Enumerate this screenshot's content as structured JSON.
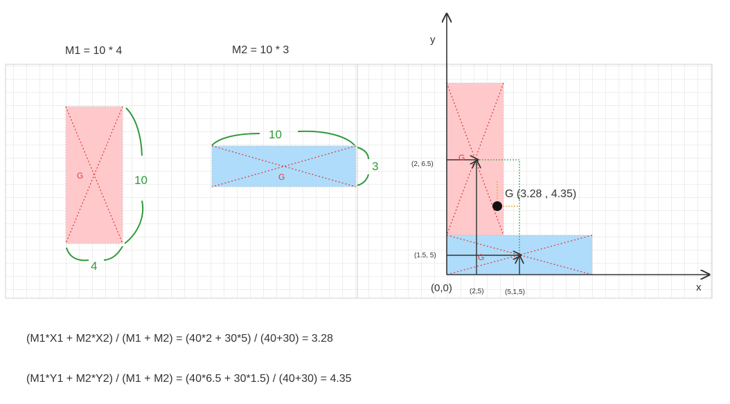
{
  "titles": {
    "m1": "M1 = 10 * 4",
    "m2": "M2 = 10 * 3"
  },
  "shape1": {
    "centroid_label": "G",
    "height_label": "10",
    "width_label": "4"
  },
  "shape2": {
    "centroid_label": "G",
    "width_label": "10",
    "height_label": "3"
  },
  "composite": {
    "axis_x_label": "x",
    "axis_y_label": "y",
    "origin_label": "(0,0)",
    "g1_label": "G",
    "g2_label": "G",
    "g1_point_label": "(2, 6.5)",
    "g2_point_label": "(1.5, 5)",
    "x1_tick_label": "(2,5)",
    "x2_tick_label": "(5,1,5)",
    "result_label": "G (3.28 , 4.35)"
  },
  "formulas": {
    "x": "(M1*X1 + M2*X2) / (M1 + M2) = (40*2 + 30*5) / (40+30) = 3.28",
    "y": "(M1*Y1 + M2*Y2) / (M1 + M2) = (40*6.5 + 30*1.5) / (40+30) = 4.35"
  },
  "colors": {
    "pink_fill": "#ffc9cb",
    "blue_fill": "#aedcfa",
    "red_dotted": "#e03a3a",
    "green_handwriting": "#2e9a3a",
    "grid_line": "#d9d9d9",
    "axis": "#333333",
    "orange_dotted": "#f0a020",
    "green_dotted": "#3aa84a"
  }
}
